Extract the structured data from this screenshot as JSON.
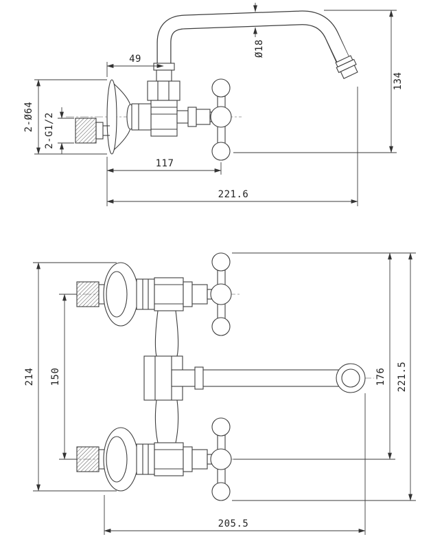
{
  "drawing": {
    "type": "technical-dimension-drawing",
    "subject": "wall-mounted two-handle faucet, side and front views"
  },
  "dims": {
    "side": {
      "spout_offset": "49",
      "spout_diameter": "Ø18",
      "height": "134",
      "flange_diameter": "2-Ø64",
      "inlet_thread": "2-G1/2",
      "wall_to_handle": "117",
      "wall_to_spout_tip": "221.6"
    },
    "front": {
      "flange_outer_span": "214",
      "inlet_center_distance": "150",
      "top_to_lower_valve": "176",
      "total_height": "221.5",
      "wall_to_spout_flange": "205.5"
    }
  }
}
